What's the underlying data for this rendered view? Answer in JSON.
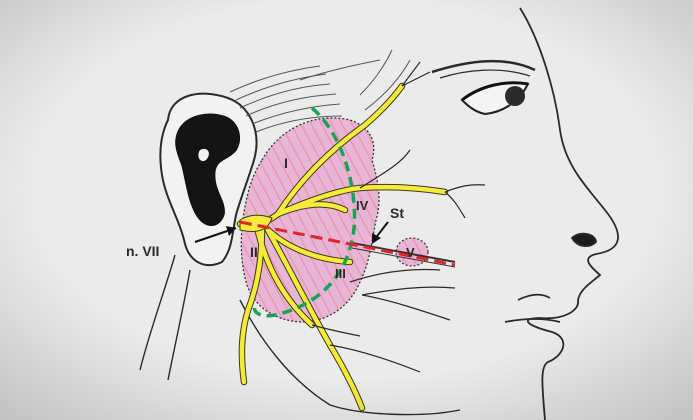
{
  "labels": {
    "zone_1": "I",
    "zone_2": "II",
    "zone_3": "III",
    "zone_4": "IV",
    "zone_5": "V",
    "nerve": "n. VII",
    "stensen_duct": "St"
  },
  "colors": {
    "background": "#e9e9ea",
    "gland_fill": "#e7b6d6",
    "hatch": "#f08fb0",
    "nerve_yellow": "#f6ea3a",
    "dashed_green": "#17a35a",
    "dashed_red": "#e0242a",
    "ink": "#2a2a2a"
  }
}
